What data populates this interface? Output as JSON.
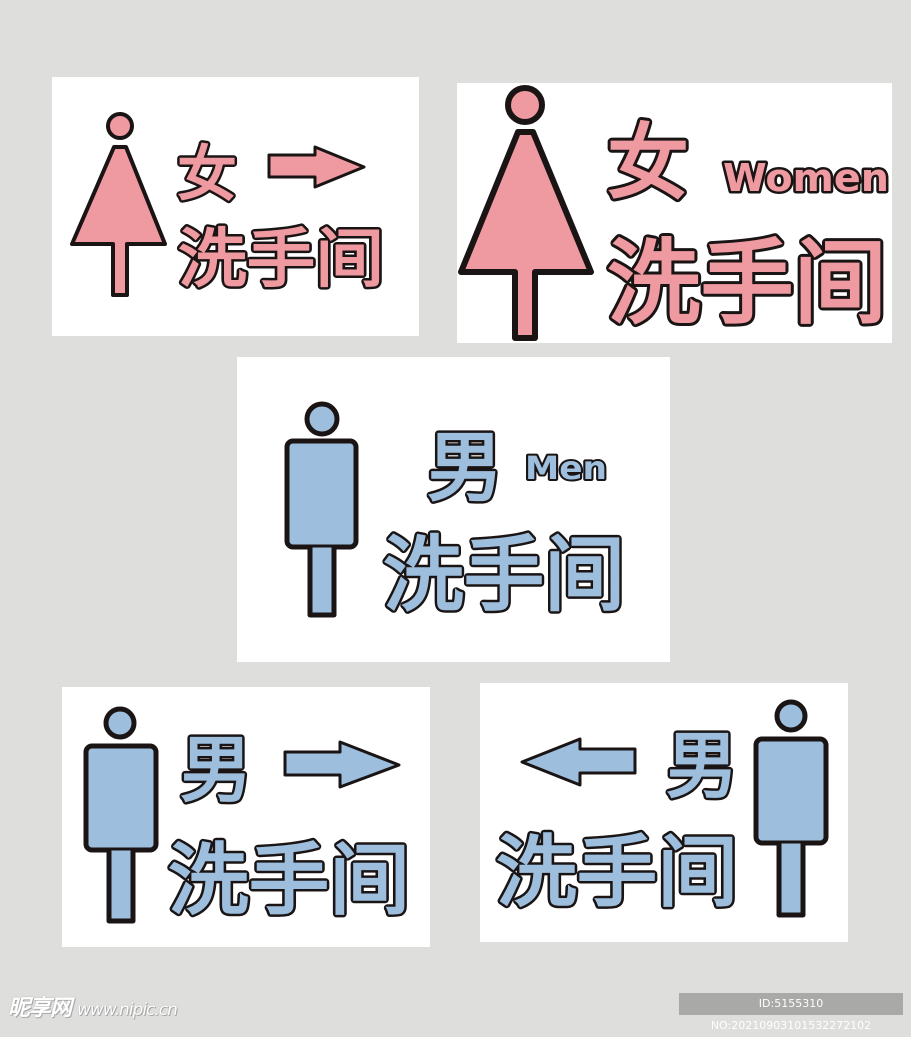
{
  "colors": {
    "background": "#dededc",
    "panel": "#ffffff",
    "female_fill": "#ef9aa1",
    "male_fill": "#9dbedd",
    "outline": "#1a1414"
  },
  "signs": [
    {
      "id": "women-right",
      "gender_char": "女",
      "english": "",
      "restroom": "洗手间",
      "arrow": "right",
      "icon": "female-figure-icon"
    },
    {
      "id": "women",
      "gender_char": "女",
      "english": "Women",
      "restroom": "洗手间",
      "arrow": "",
      "icon": "female-figure-icon"
    },
    {
      "id": "men",
      "gender_char": "男",
      "english": "Men",
      "restroom": "洗手间",
      "arrow": "",
      "icon": "male-figure-icon"
    },
    {
      "id": "men-right",
      "gender_char": "男",
      "english": "",
      "restroom": "洗手间",
      "arrow": "right",
      "icon": "male-figure-icon"
    },
    {
      "id": "men-left",
      "gender_char": "男",
      "english": "",
      "restroom": "洗手间",
      "arrow": "left",
      "icon": "male-figure-icon"
    }
  ],
  "watermark": {
    "logo": "昵享网",
    "site": "www.nipic.cn",
    "id_text": "ID:5155310 NO:20210903101532272102"
  }
}
